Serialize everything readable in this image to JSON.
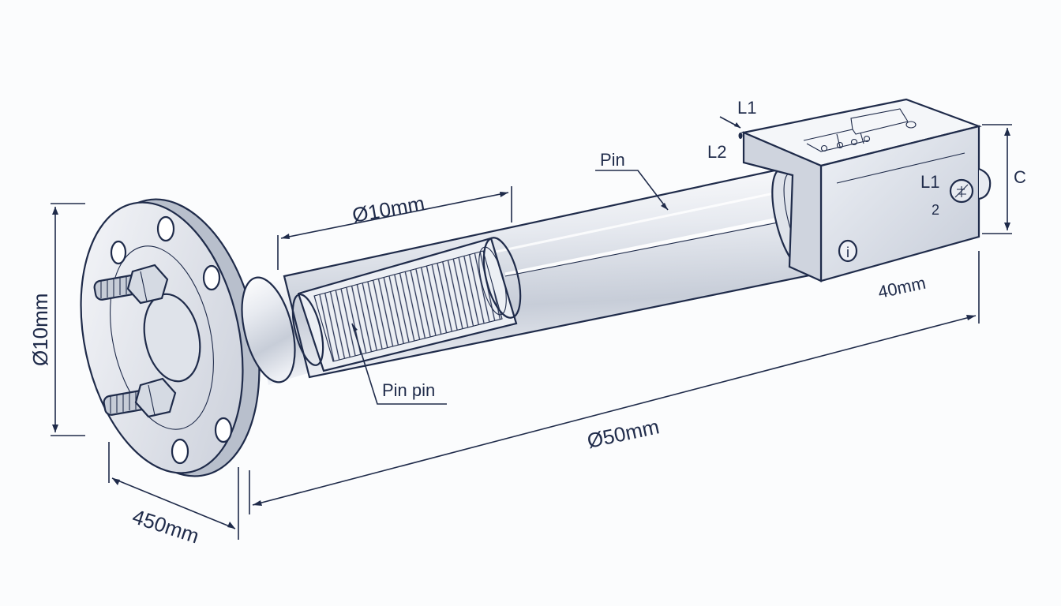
{
  "labels": {
    "flange_dim": "Ø10mm",
    "flange_width": "450mm",
    "tube_dia": "Ø10mm",
    "overall_length": "Ø50mm",
    "pin": "Pin",
    "pin_pin": "Pin pin",
    "head_len": "40mm",
    "l1_top": "L1",
    "l2": "L2",
    "c": "C",
    "l1_side": "L1",
    "side_two": "2",
    "info": "i"
  },
  "colors": {
    "outline": "#1f2b4a",
    "metal_light": "#f2f4f8",
    "metal_mid": "#d9dde6",
    "metal_dark": "#a8afbd"
  }
}
